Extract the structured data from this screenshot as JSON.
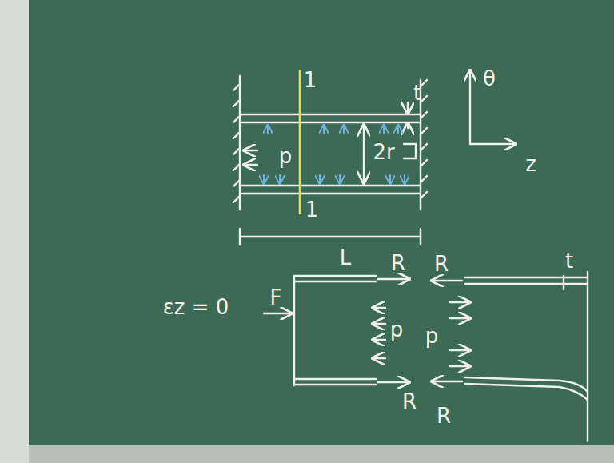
{
  "diagram": {
    "labels": [
      "t",
      "p",
      "2r",
      "θ",
      "z",
      "L",
      "1",
      "1",
      "εz = 0",
      "F",
      "R",
      "R",
      "R",
      "R",
      "p",
      "p",
      "t"
    ]
  }
}
